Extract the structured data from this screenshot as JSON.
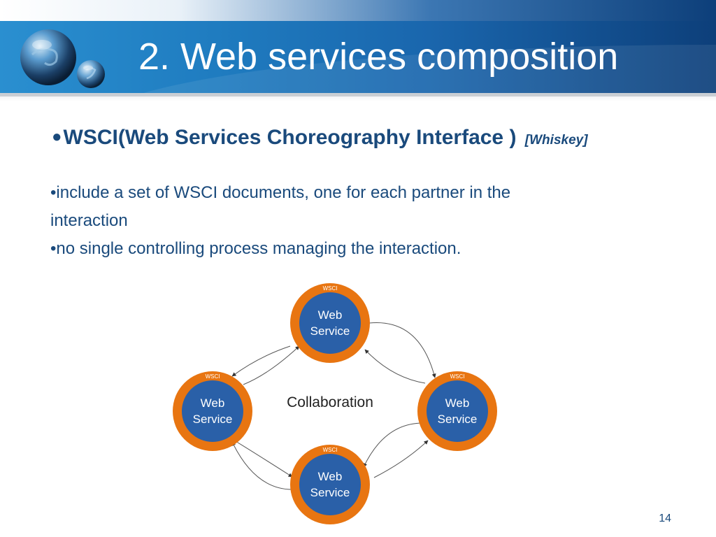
{
  "slide": {
    "title": "2. Web services composition",
    "heading": {
      "bullet": "●",
      "text": "WSCI(Web Services Choreography Interface )",
      "tag": "[Whiskey]"
    },
    "points": [
      "•include a set of WSCI documents, one for each partner in the",
      "interaction",
      "•no single controlling process managing the interaction."
    ],
    "page_number": "14"
  },
  "diagram": {
    "center_label": "Collaboration",
    "nodes": [
      {
        "tag": "WSCI",
        "line1": "Web",
        "line2": "Service"
      },
      {
        "tag": "WSCI",
        "line1": "Web",
        "line2": "Service"
      },
      {
        "tag": "WSCI",
        "line1": "Web",
        "line2": "Service"
      },
      {
        "tag": "WSCI",
        "line1": "Web",
        "line2": "Service"
      }
    ]
  },
  "colors": {
    "text": "#1a4a7c",
    "ring": "#e87511",
    "node_fill": "#2a60a8"
  }
}
